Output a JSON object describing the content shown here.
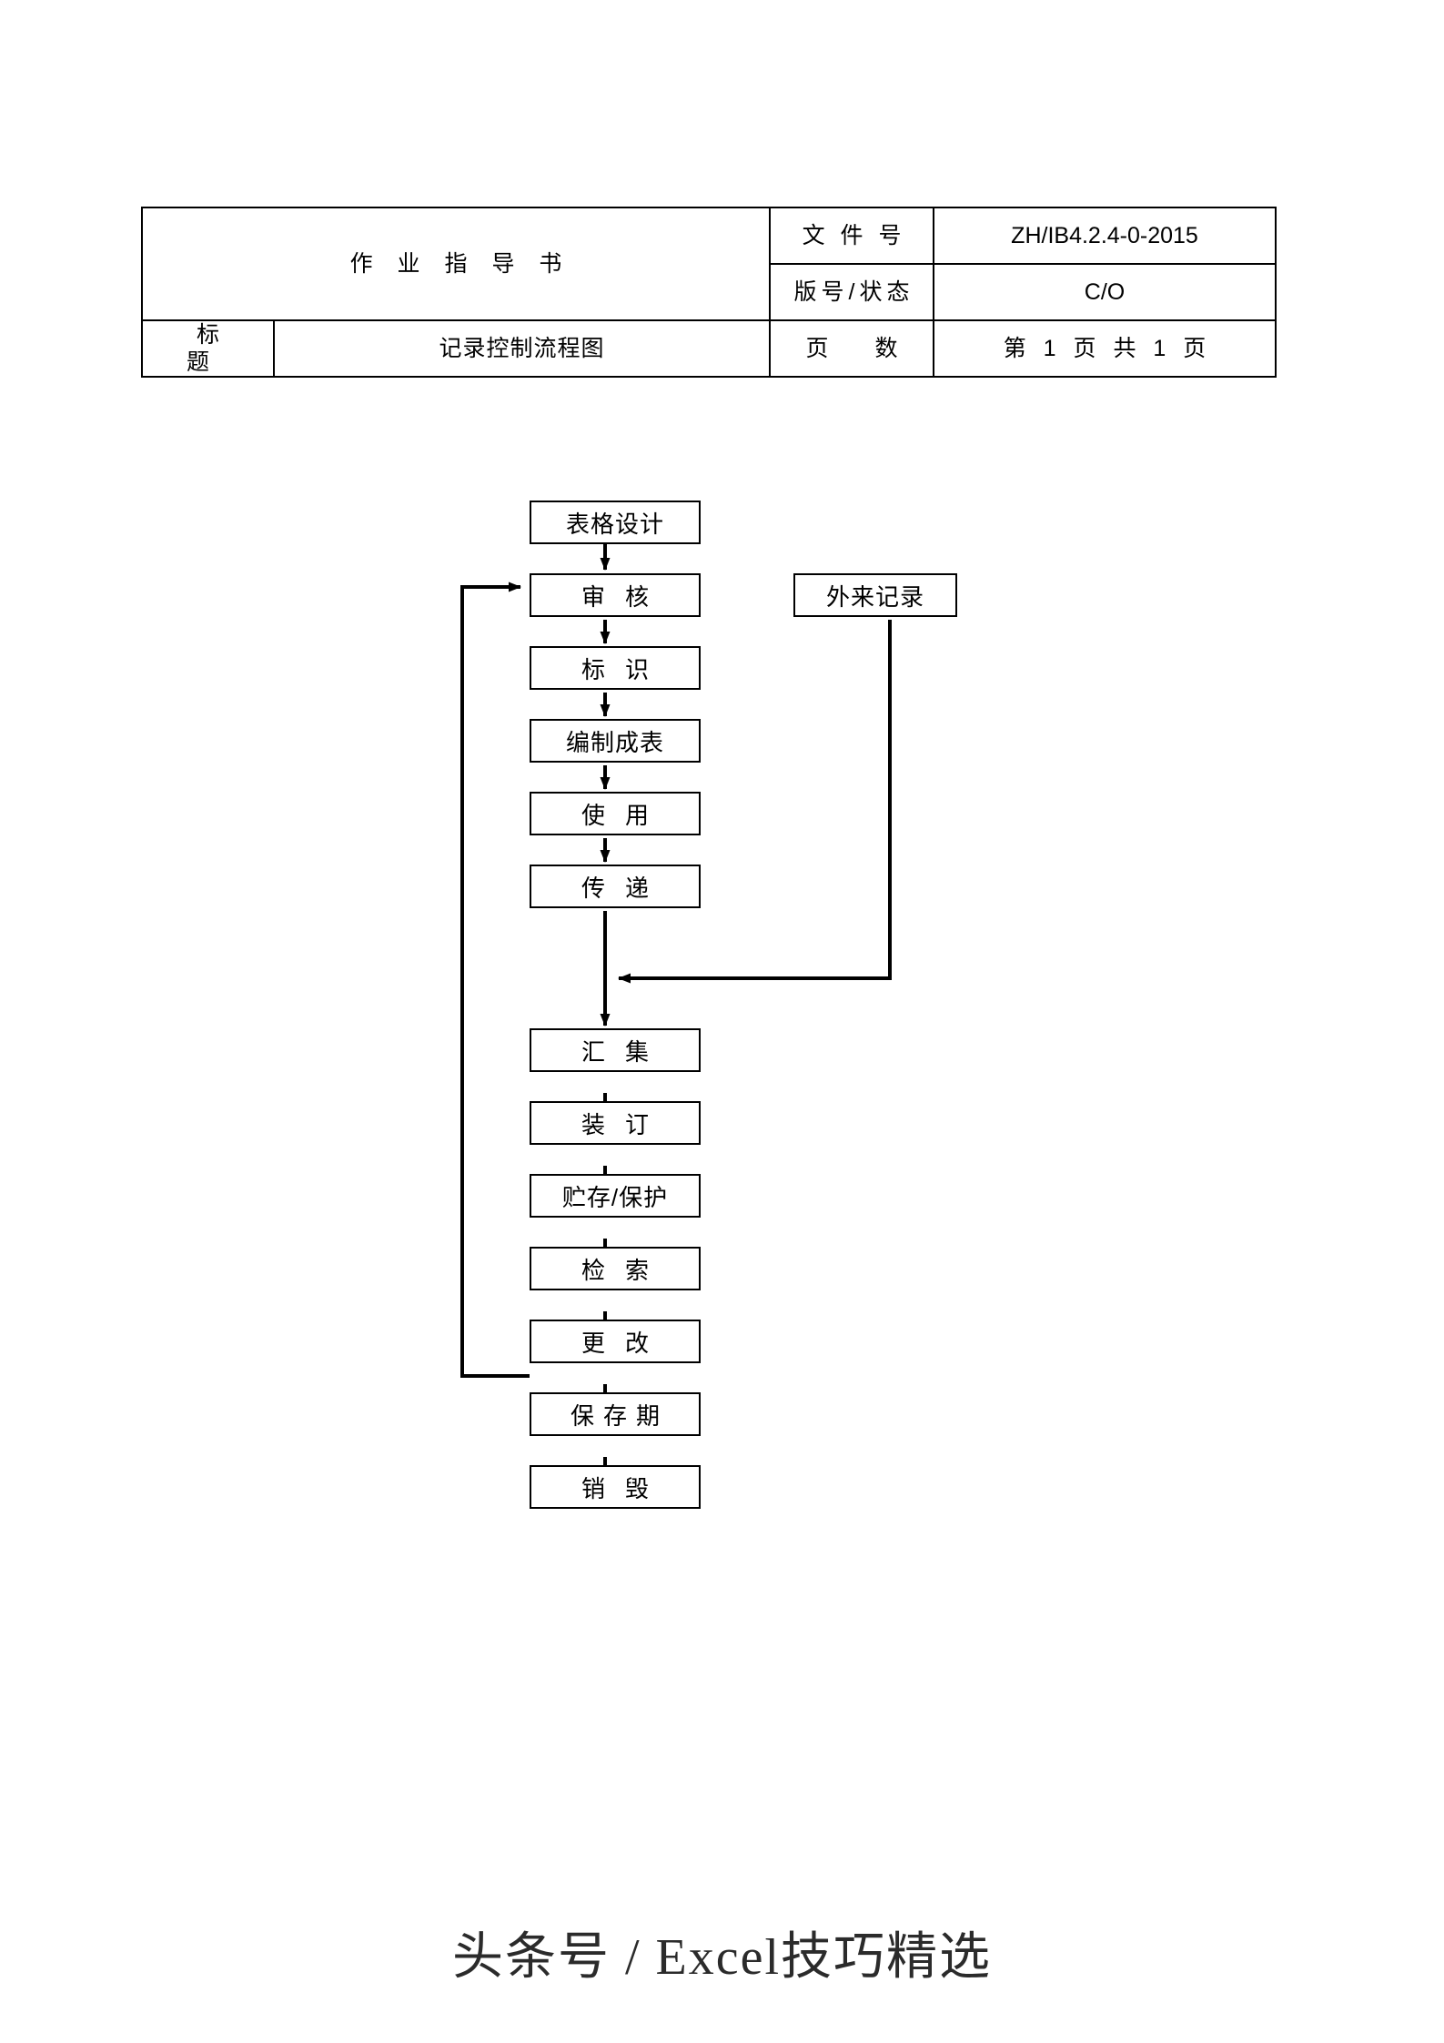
{
  "header": {
    "doc_type_title": "作 业 指 导 书",
    "rows": [
      {
        "label": "文 件 号",
        "value": "ZH/IB4.2.4-0-2015"
      },
      {
        "label": "版号/状态",
        "value": "C/O"
      },
      {
        "label": "页    数",
        "value": "第 1 页  共 1 页"
      }
    ],
    "title_label": "标    题",
    "title_value": "记录控制流程图",
    "doc_number": "ZH/IB4.2.4-0-2015",
    "version_status": "C/O",
    "page_count": "第 1 页  共 1 页",
    "doc_number_label": "文 件 号",
    "version_status_label": "版号/状态",
    "page_count_label": "页    数"
  },
  "chart_data": {
    "type": "diagram",
    "title": "记录控制流程图",
    "nodes": [
      {
        "id": "n1",
        "label": "表格设计",
        "spacing": "sp0"
      },
      {
        "id": "n2",
        "label": "审核",
        "spacing": "sp2"
      },
      {
        "id": "n3",
        "label": "标识",
        "spacing": "sp2"
      },
      {
        "id": "n4",
        "label": "编制成表",
        "spacing": "sp0"
      },
      {
        "id": "n5",
        "label": "使用",
        "spacing": "sp2"
      },
      {
        "id": "n6",
        "label": "传递",
        "spacing": "sp2"
      },
      {
        "id": "n7",
        "label": "汇集",
        "spacing": "sp2"
      },
      {
        "id": "n8",
        "label": "装订",
        "spacing": "sp2"
      },
      {
        "id": "n9",
        "label": "贮存/保护",
        "spacing": "sp0"
      },
      {
        "id": "n10",
        "label": "检索",
        "spacing": "sp2"
      },
      {
        "id": "n11",
        "label": "更改",
        "spacing": "sp2"
      },
      {
        "id": "n12",
        "label": "保存期",
        "spacing": "sp3"
      },
      {
        "id": "n13",
        "label": "销毁",
        "spacing": "sp2"
      },
      {
        "id": "ext",
        "label": "外来记录",
        "spacing": "sp0"
      }
    ],
    "edges": [
      {
        "from": "n1",
        "to": "n2",
        "type": "down-arrow"
      },
      {
        "from": "n2",
        "to": "n3",
        "type": "down-arrow"
      },
      {
        "from": "n3",
        "to": "n4",
        "type": "down-arrow"
      },
      {
        "from": "n4",
        "to": "n5",
        "type": "down-arrow"
      },
      {
        "from": "n5",
        "to": "n6",
        "type": "down-arrow"
      },
      {
        "from": "n6",
        "to": "n7",
        "type": "down-arrow"
      },
      {
        "from": "n7",
        "to": "n8",
        "type": "down-arrow"
      },
      {
        "from": "n8",
        "to": "n9",
        "type": "down-arrow"
      },
      {
        "from": "n9",
        "to": "n10",
        "type": "down-arrow"
      },
      {
        "from": "n10",
        "to": "n11",
        "type": "down-arrow"
      },
      {
        "from": "n11",
        "to": "n12",
        "type": "down-arrow"
      },
      {
        "from": "n12",
        "to": "n13",
        "type": "down-arrow"
      },
      {
        "from": "ext",
        "to": "n6-n7-link",
        "type": "elbow-left-arrow"
      },
      {
        "from": "n11",
        "to": "n2",
        "type": "feedback-loop-left-up-right-arrow"
      }
    ]
  },
  "watermark": {
    "text": "头条号 / Excel技巧精选"
  }
}
